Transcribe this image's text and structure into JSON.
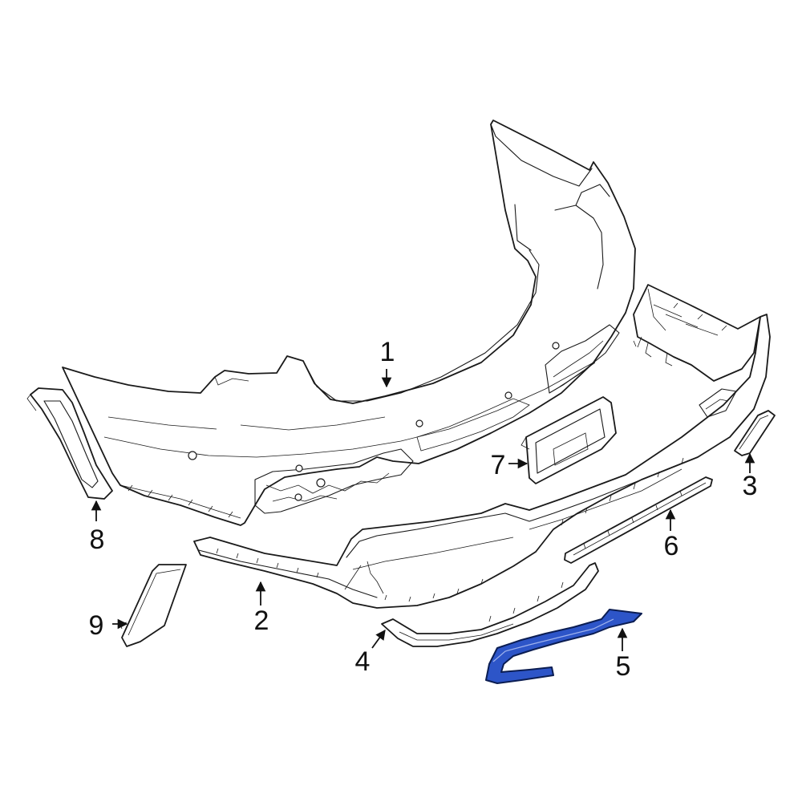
{
  "highlight_color": "#2d55c8",
  "callouts": [
    {
      "id": "1",
      "text": "1"
    },
    {
      "id": "2",
      "text": "2"
    },
    {
      "id": "3",
      "text": "3"
    },
    {
      "id": "4",
      "text": "4"
    },
    {
      "id": "5",
      "text": "5"
    },
    {
      "id": "6",
      "text": "6"
    },
    {
      "id": "7",
      "text": "7"
    },
    {
      "id": "8",
      "text": "8"
    },
    {
      "id": "9",
      "text": "9"
    }
  ]
}
